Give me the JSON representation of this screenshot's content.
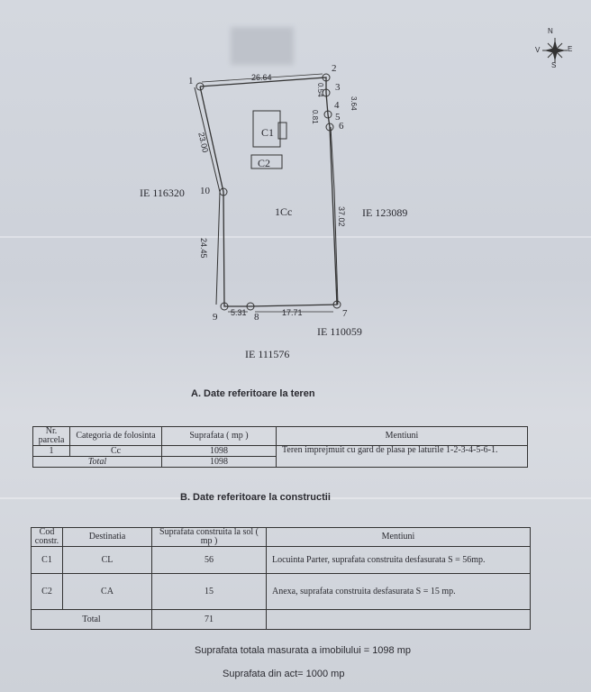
{
  "compass": {
    "n": "N",
    "s": "S",
    "e": "E",
    "w": "V"
  },
  "plan": {
    "points": [
      "1",
      "2",
      "3",
      "4",
      "5",
      "6",
      "7",
      "8",
      "9",
      "10"
    ],
    "distances": {
      "d1_2": "26.64",
      "d2_3": "0.54",
      "d_right": "3.64",
      "d_left": "0.81",
      "d6_7": "37.02",
      "d9_8": "5.31",
      "d8_7": "17.71",
      "d10_9": "24.45",
      "d1_10": "23.00"
    },
    "buildings": {
      "c1": "C1",
      "c2": "C2"
    },
    "parcel": "1Cc",
    "neighbors": {
      "west": "IE 116320",
      "east": "IE 123089",
      "south_east": "IE 110059",
      "south": "IE 111576"
    }
  },
  "section_a": {
    "title": "A. Date referitoare la teren",
    "headers": [
      "Nr. parcela",
      "Categoria de folosinta",
      "Suprafata ( mp )",
      "Mentiuni"
    ],
    "rows": [
      {
        "nr": "1",
        "categoria": "Cc",
        "suprafata": "1098",
        "mentiuni": "Teren imprejmuit cu gard de plasa pe laturile 1-2-3-4-5-6-1."
      }
    ],
    "total_label": "Total",
    "total_value": "1098"
  },
  "section_b": {
    "title": "B. Date referitoare la constructii",
    "headers": [
      "Cod constr.",
      "Destinatia",
      "Suprafata construita la sol ( mp )",
      "Mentiuni"
    ],
    "rows": [
      {
        "cod": "C1",
        "destinatia": "CL",
        "suprafata": "56",
        "mentiuni": "Locuinta Parter, suprafata construita desfasurata S = 56mp."
      },
      {
        "cod": "C2",
        "destinatia": "CA",
        "suprafata": "15",
        "mentiuni": "Anexa, suprafata construita desfasurata S = 15 mp."
      }
    ],
    "total_label": "Total",
    "total_value": "71"
  },
  "footer": {
    "total_measured": "Suprafata totala masurata a imobilului = 1098 mp",
    "act_area": "Suprafata din act= 1000 mp"
  }
}
